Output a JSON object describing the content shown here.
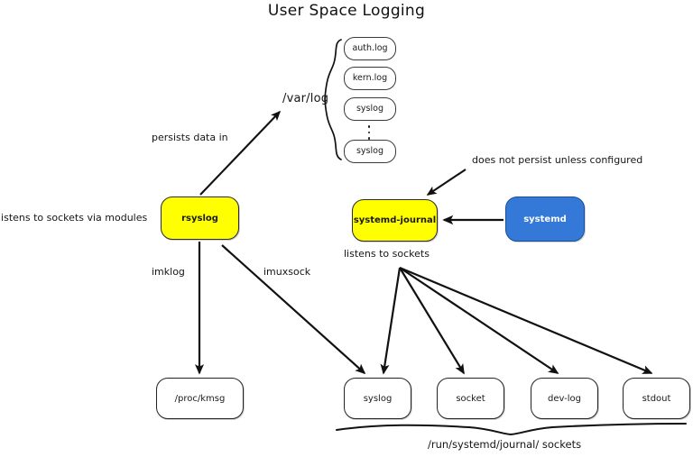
{
  "diagram": {
    "title": "User Space Logging",
    "type": "flow-diagram",
    "colors": {
      "daemon_fill": "#ffff00",
      "systemd_fill": "#3479d8",
      "node_stroke": "#3a3a3a",
      "background": "#ffffff",
      "text": "#1a1a1a"
    },
    "paths": {
      "var_log": "/var/log",
      "journal_sockets": "/run/systemd/journal/ sockets"
    },
    "logfiles": [
      {
        "name": "auth.log"
      },
      {
        "name": "kern.log"
      },
      {
        "name": "syslog"
      },
      {
        "name": "syslog"
      }
    ],
    "daemons": [
      {
        "id": "rsyslog",
        "name": "rsyslog",
        "fill": "#ffff00"
      },
      {
        "id": "systemd-journal",
        "name": "systemd-journal",
        "fill": "#ffff00"
      },
      {
        "id": "systemd",
        "name": "systemd",
        "fill": "#3479d8"
      }
    ],
    "sinks": [
      {
        "id": "proc-kmsg",
        "name": "/proc/kmsg"
      },
      {
        "id": "syslog-socket",
        "name": "syslog"
      },
      {
        "id": "socket",
        "name": "socket"
      },
      {
        "id": "dev-log",
        "name": "dev-log"
      },
      {
        "id": "stdout",
        "name": "stdout"
      }
    ],
    "annotations": {
      "rsyslog_listens": "listens to sockets via modules",
      "persists_data_in": "persists data in",
      "does_not_persist": "does not persist unless configured",
      "journal_listens": "listens to sockets",
      "imklog": "imklog",
      "imuxsock": "imuxsock"
    }
  }
}
